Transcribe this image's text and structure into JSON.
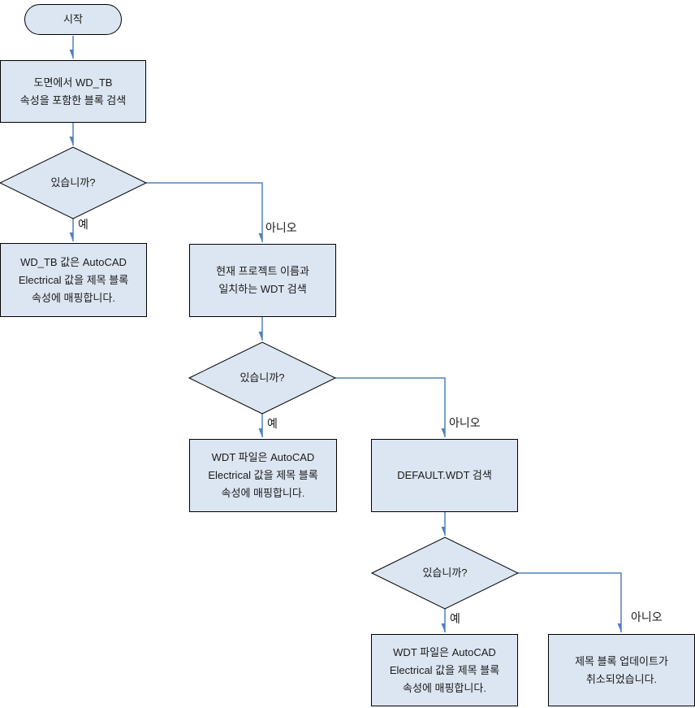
{
  "diagram": {
    "colors": {
      "shape_fill": "#dce6f2",
      "shape_border": "#000000",
      "connector": "#4f81bd",
      "text": "#1a1a1a"
    },
    "nodes": {
      "start": {
        "type": "terminator",
        "label": "시작"
      },
      "search_block": {
        "type": "process",
        "label": "도면에서 WD_TB\n속성을 포함한 블록 검색"
      },
      "check1": {
        "type": "decision",
        "label": "있습니까?"
      },
      "map_block": {
        "type": "process",
        "label": "WD_TB 값은 AutoCAD\nElectrical 값을 제목 블록\n속성에 매핑합니다."
      },
      "search_project_wdt": {
        "type": "process",
        "label": "현재 프로젝트 이름과\n일치하는 WDT 검색"
      },
      "check2": {
        "type": "decision",
        "label": "있습니까?"
      },
      "map_wdt_a": {
        "type": "process",
        "label": "WDT 파일은 AutoCAD\nElectrical 값을 제목 블록\n속성에 매핑합니다."
      },
      "search_default_wdt": {
        "type": "process",
        "label": "DEFAULT.WDT 검색"
      },
      "check3": {
        "type": "decision",
        "label": "있습니까?"
      },
      "map_wdt_b": {
        "type": "process",
        "label": "WDT 파일은 AutoCAD\nElectrical 값을 제목 블록\n속성에 매핑합니다."
      },
      "cancelled": {
        "type": "process",
        "label": "제목 블록 업데이트가\n취소되었습니다."
      }
    },
    "edge_labels": {
      "yes": "예",
      "no": "아니오"
    }
  }
}
